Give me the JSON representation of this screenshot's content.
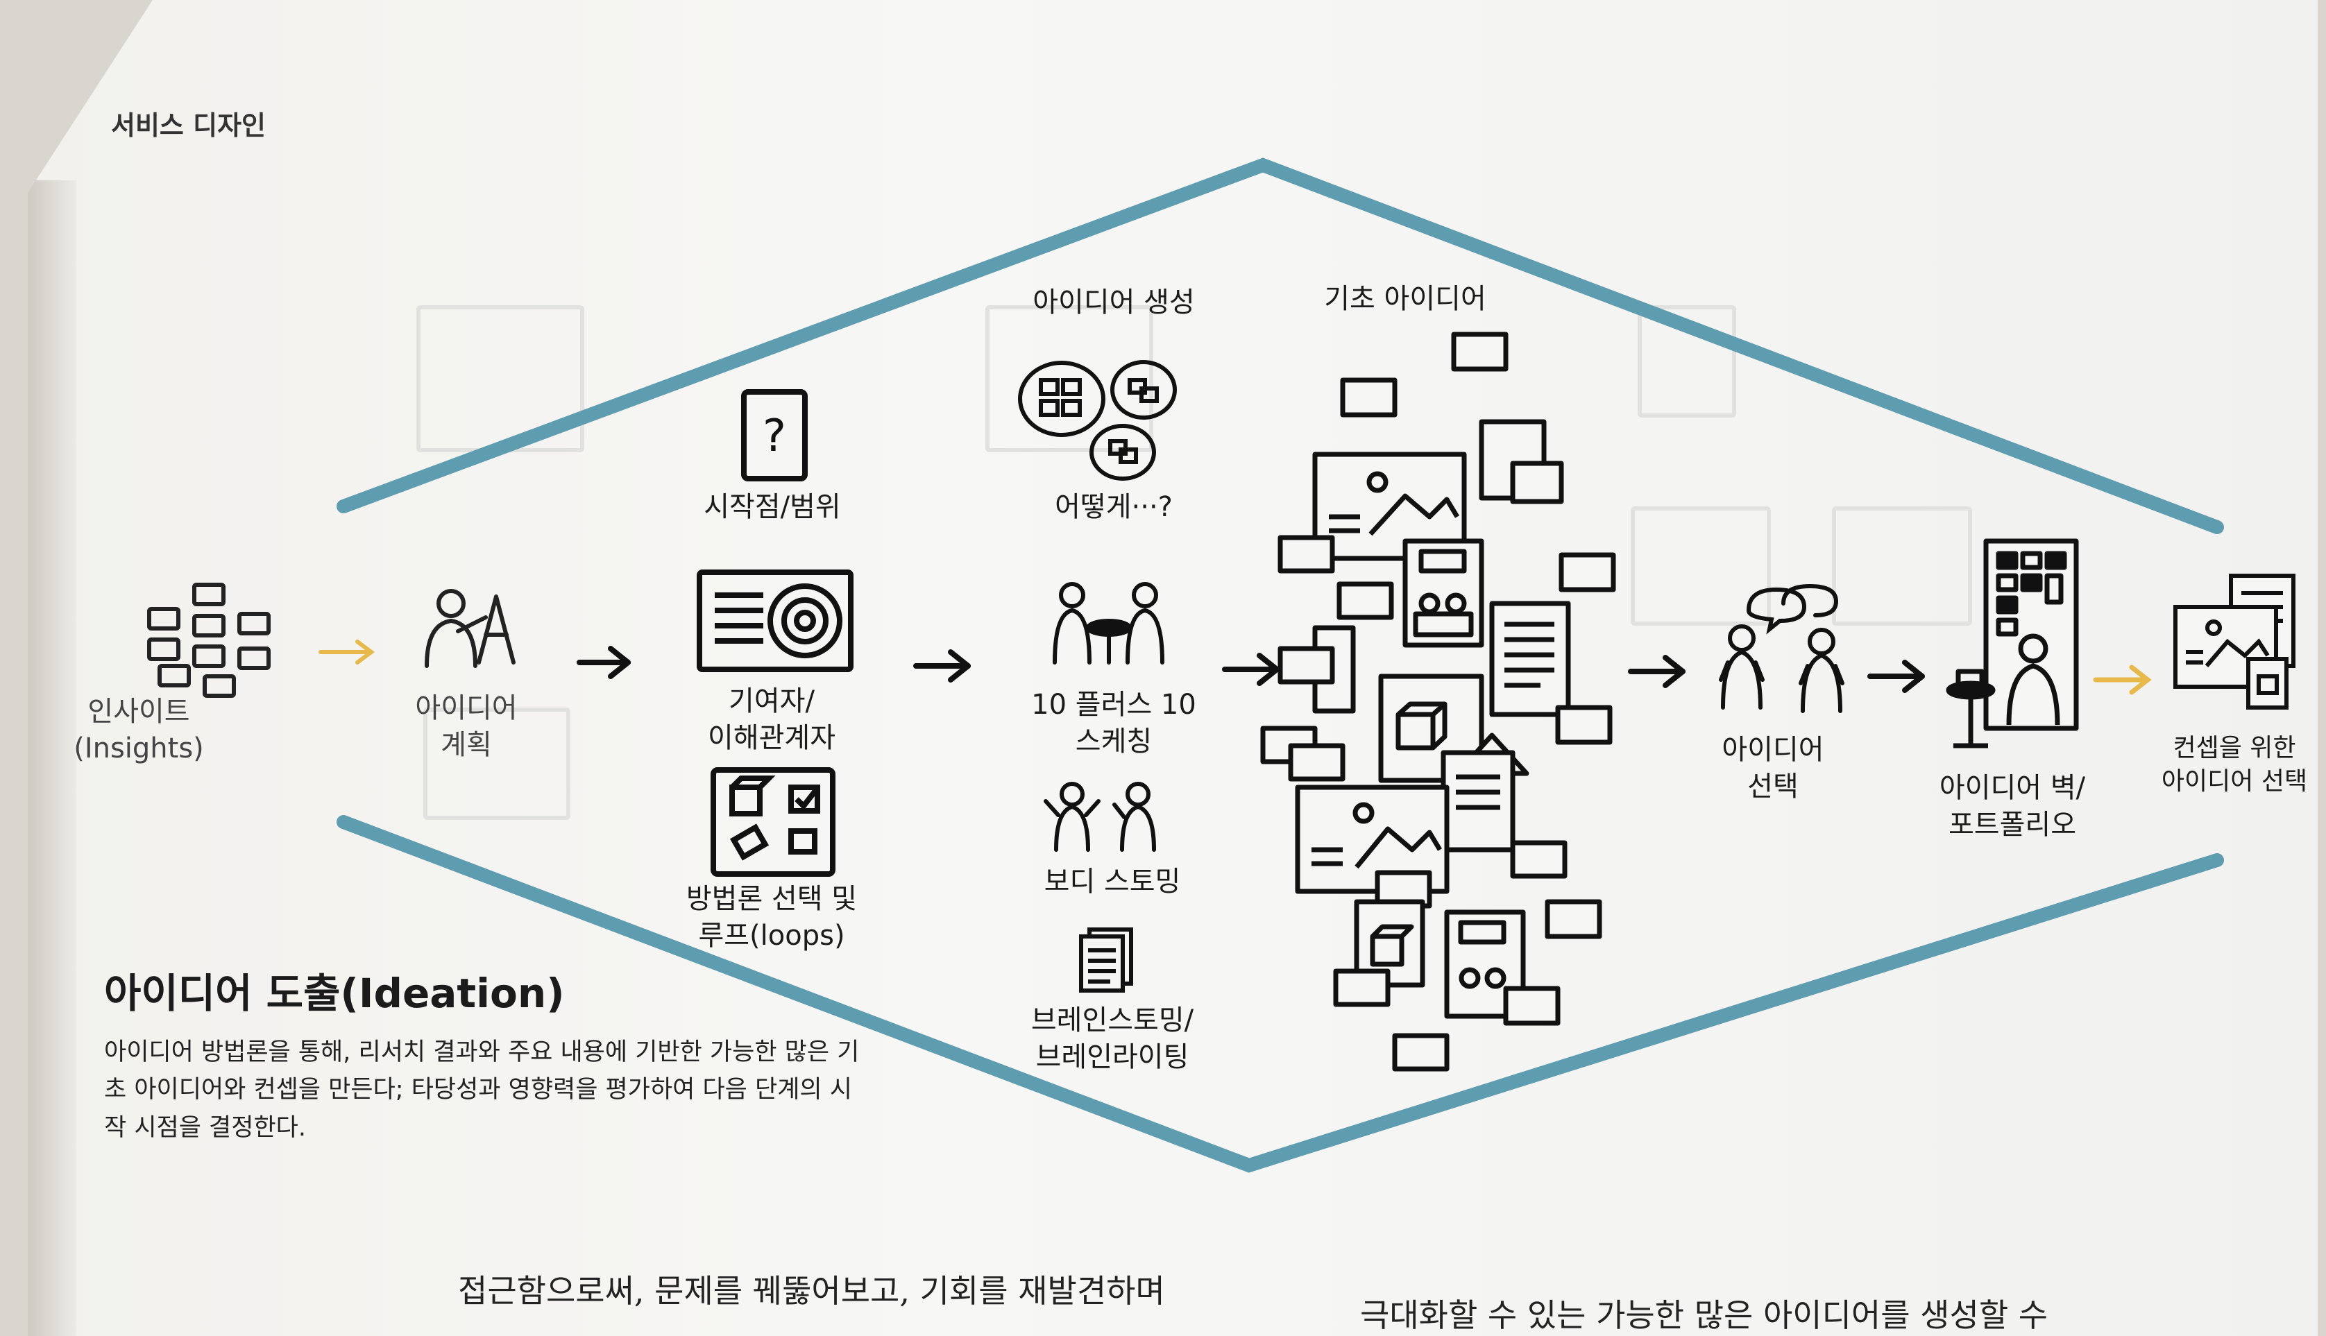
{
  "running_head": "서비스 디자인",
  "stages": {
    "insights": {
      "line1": "인사이트",
      "line2": "(Insights)"
    },
    "planning": {
      "line1": "아이디어",
      "line2": "계획"
    },
    "scope": {
      "line1": "시작점/범위"
    },
    "stakeholders": {
      "line1": "기여자/",
      "line2": "이해관계자"
    },
    "methods": {
      "line1": "방법론 선택 및",
      "line2": "루프(loops)"
    },
    "generation": {
      "title": "아이디어 생성",
      "how": "어떻게···?"
    },
    "ten_plus_ten": {
      "line1": "10 플러스 10",
      "line2": "스케칭"
    },
    "bodystorming": {
      "line1": "보디 스토밍"
    },
    "brainstorming": {
      "line1": "브레인스토밍/",
      "line2": "브레인라이팅"
    },
    "basic_ideas": {
      "title": "기초 아이디어"
    },
    "selection": {
      "line1": "아이디어",
      "line2": "선택"
    },
    "wall": {
      "line1": "아이디어 벽/",
      "line2": "포트폴리오"
    },
    "concept": {
      "line1": "컨셉을 위한",
      "line2": "아이디어 선택"
    }
  },
  "section": {
    "title": "아이디어 도출(Ideation)",
    "description": "아이디어 방법론을 통해, 리서치 결과와 주요 내용에 기반한 가능한 많은 기초 아이디어와 컨셉을 만든다; 타당성과 영향력을 평가하여 다음 단계의 시작 시점을 결정한다."
  },
  "body": {
    "left": "접근함으로써, 문제를 꿰뚫어보고, 기회를 재발견하며",
    "right": "극대화할 수 있는 가능한 많은 아이디어를 생성할 수"
  },
  "colors": {
    "diamond": "#5e9db0",
    "arrow_gold": "#e6b94a",
    "ink": "#111111"
  }
}
